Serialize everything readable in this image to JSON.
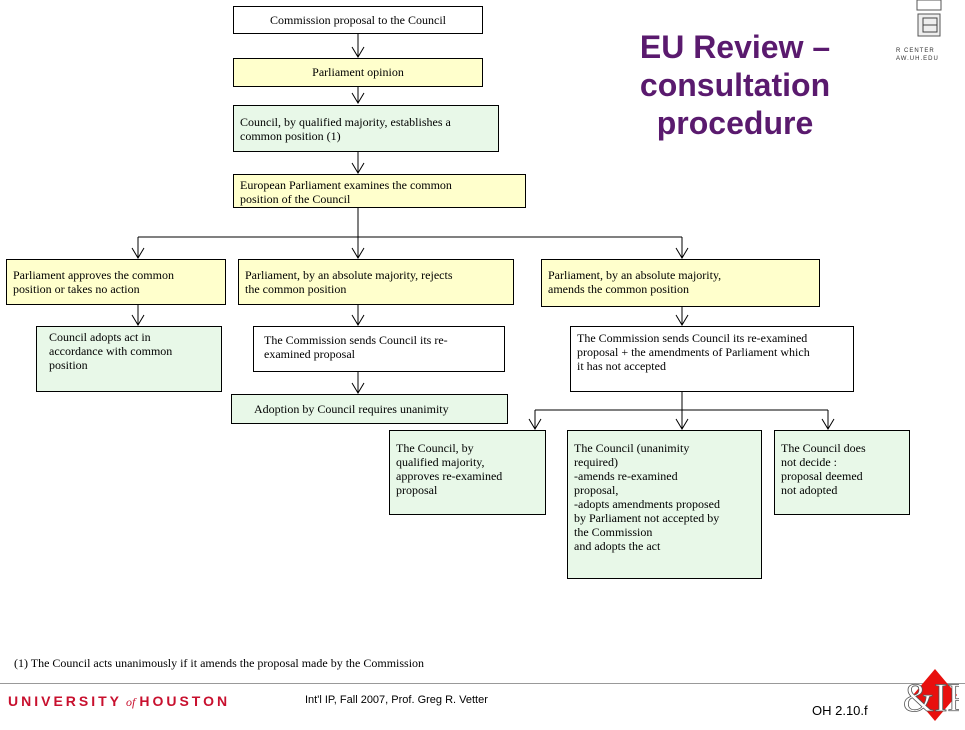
{
  "title": "EU Review –\nconsultation\nprocedure",
  "boxes": {
    "b1": "Commission proposal to the Council",
    "b2": "Parliament opinion",
    "b3": "Council, by qualified majority, establishes a\ncommon position (1)",
    "b4": "European Parliament examines the common\nposition of the Council",
    "b5": "Parliament approves the common\nposition or takes no action",
    "b6": "Parliament, by an absolute majority, rejects\nthe common position",
    "b7": "Parliament, by an absolute majority,\namends the common position",
    "b8": "Council adopts act in\naccordance with common\nposition",
    "b9": "The Commission sends Council its re-\nexamined proposal",
    "b10": "The Commission sends Council its re-examined\nproposal + the amendments of Parliament which\nit has not accepted",
    "b11": "Adoption by Council requires unanimity",
    "b12": "The Council, by\nqualified majority,\napproves re-examined\nproposal",
    "b13": "The Council (unanimity\nrequired)\n-amends re-examined\nproposal,\n-adopts amendments proposed\nby Parliament not accepted by\nthe Commission\nand adopts the act",
    "b14": "The Council does\nnot decide :\nproposal deemed\nnot adopted"
  },
  "footnote": "(1) The Council acts unanimously if it amends the proposal made by the Commission",
  "footer": {
    "university_left": "UNIVERSITY",
    "university_of": "of",
    "university_right": "HOUSTON",
    "course": "Int'l IP, Fall 2007, Prof. Greg R. Vetter",
    "slide_number": "OH 2.10.f",
    "corner_logo_text": "&IP",
    "center_text": "R CENTER\nAW.UH.EDU"
  },
  "colors": {
    "title": "#5a1a6e",
    "yellow_box": "#ffffcc",
    "green_box": "#e8f8e8",
    "uh_red": "#c8102e",
    "logo_red": "#e8100e"
  }
}
